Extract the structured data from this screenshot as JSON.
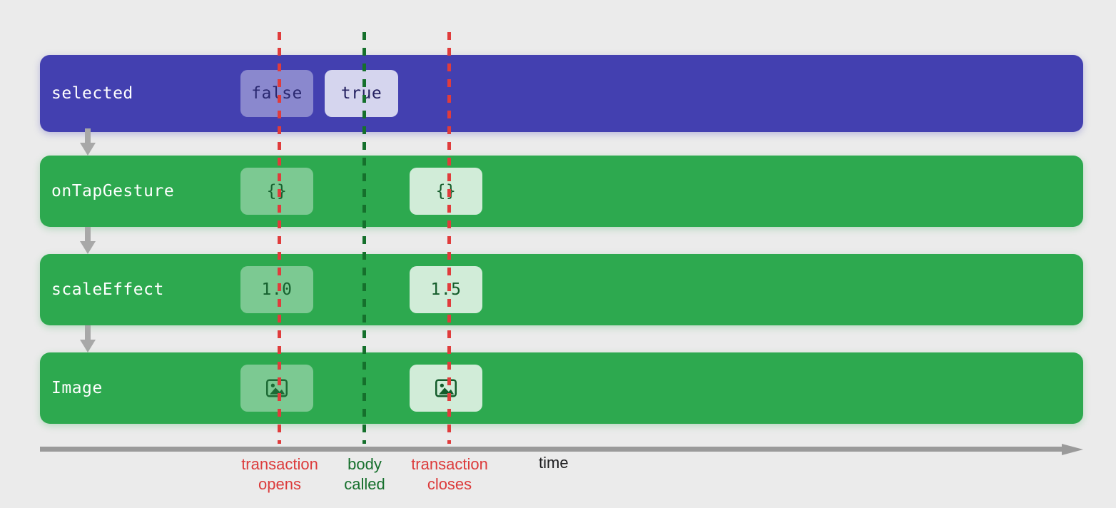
{
  "background_color": "#ebebeb",
  "rows": [
    {
      "id": "selected",
      "label": "selected",
      "kind": "state",
      "color": "#4340b0",
      "chips": [
        {
          "value": "false",
          "state": "stale",
          "icon": null
        },
        {
          "value": "true",
          "state": "current",
          "icon": null
        }
      ]
    },
    {
      "id": "onTapGesture",
      "label": "onTapGesture",
      "kind": "view",
      "color": "#2da94f",
      "chips": [
        {
          "value": "{}",
          "state": "stale",
          "icon": null
        },
        {
          "value": "{}",
          "state": "current",
          "icon": null
        }
      ]
    },
    {
      "id": "scaleEffect",
      "label": "scaleEffect",
      "kind": "view",
      "color": "#2da94f",
      "chips": [
        {
          "value": "1.0",
          "state": "stale",
          "icon": null
        },
        {
          "value": "1.5",
          "state": "current",
          "icon": null
        }
      ]
    },
    {
      "id": "Image",
      "label": "Image",
      "kind": "view",
      "color": "#2da94f",
      "chips": [
        {
          "value": "",
          "state": "stale",
          "icon": "image-icon"
        },
        {
          "value": "",
          "state": "current",
          "icon": "image-icon"
        }
      ]
    }
  ],
  "markers": [
    {
      "id": "transaction-opens",
      "caption": "transaction\nopens",
      "color": "#dc3b3b",
      "style": "dashed"
    },
    {
      "id": "body-called",
      "caption": "body\ncalled",
      "color": "#156f2c",
      "style": "dashed"
    },
    {
      "id": "transaction-closes",
      "caption": "transaction\ncloses",
      "color": "#dc3b3b",
      "style": "dashed"
    }
  ],
  "axis": {
    "label": "time",
    "label_color": "#1d1d1f",
    "line_color": "#9a9a9a",
    "direction": "right"
  },
  "flow_arrows": {
    "count": 3,
    "color": "#a8a8a8",
    "direction": "down"
  }
}
